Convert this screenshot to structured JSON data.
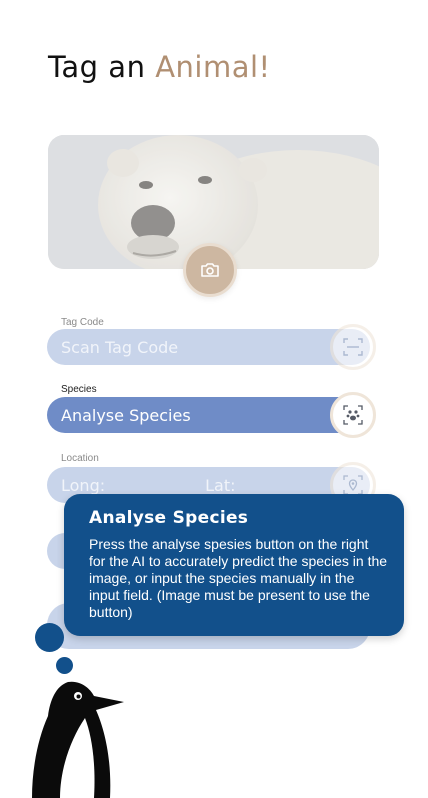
{
  "header": {
    "title_prefix": "Tag an",
    "title_accent": "Animal!"
  },
  "photo": {
    "alt": "Polar bear photo"
  },
  "fields": {
    "tag_code": {
      "label": "Tag Code",
      "placeholder": "Scan Tag Code"
    },
    "species": {
      "label": "Species",
      "value": "Analyse Species"
    },
    "location": {
      "label": "Location",
      "long": "Long:",
      "lat": "Lat:"
    }
  },
  "tooltip": {
    "title": "Analyse Species",
    "body": "Press the analyse spesies button on the right for the AI to accurately predict the species in the image, or input the species manually in the input field. (Image must be present to use the button)"
  },
  "colors": {
    "accent": "#b08f72",
    "tooltip_bg": "#12508b",
    "pill_light": "#c8d4ea",
    "pill_strong": "#6f8cc7"
  },
  "icons": {
    "camera": "camera-icon",
    "tag_scan": "scan-frame-icon",
    "species_scan": "paw-scan-icon",
    "location_scan": "location-scan-icon"
  }
}
